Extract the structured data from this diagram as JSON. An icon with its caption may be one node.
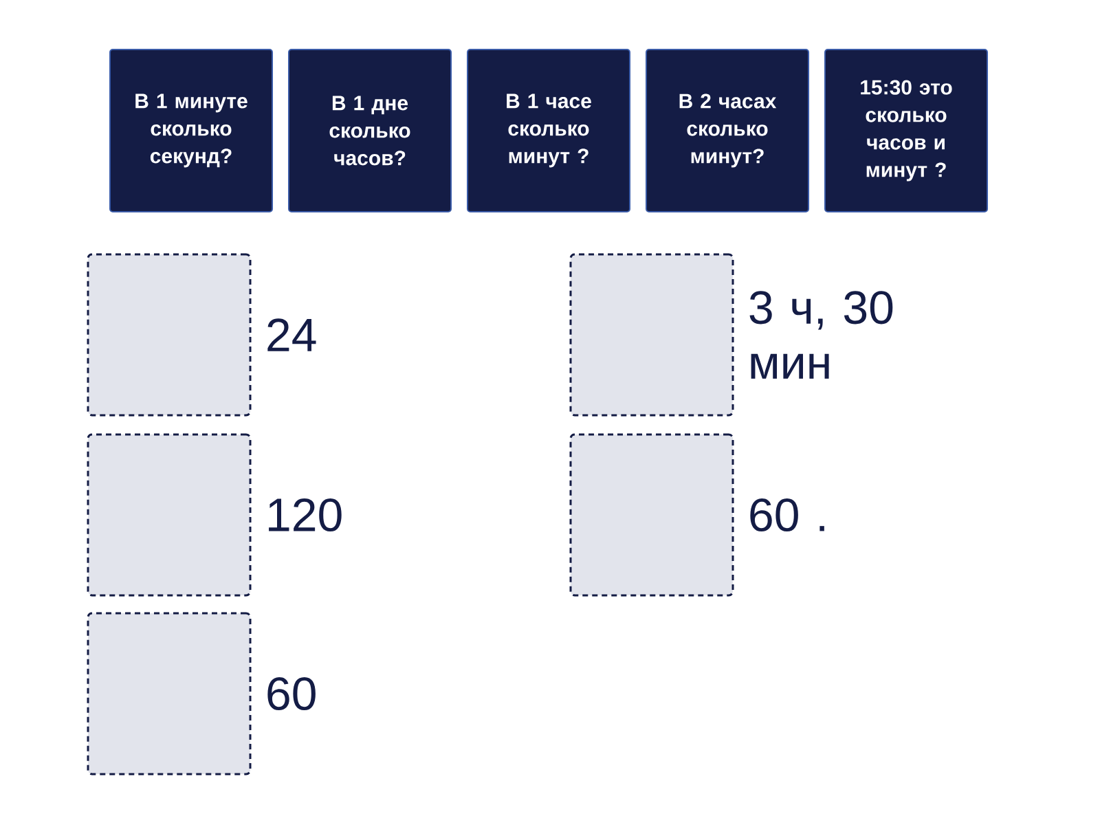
{
  "diagram": {
    "nodes": [
      {
        "text": [
          "В 1 минуте сколько секунд?"
        ]
      },
      {
        "text": [
          "В 1 дне сколько часов?"
        ]
      },
      {
        "text": [
          "В 1 часе сколько минут ?"
        ]
      },
      {
        "text": [
          "В 2 часах сколько минут?"
        ]
      },
      {
        "text": [
          "15:30 это сколько часов и минут ?"
        ]
      },
      {
        "text": [],
        "shape": "box",
        "beside": [
          "24"
        ]
      },
      {
        "text": [],
        "shape": "box",
        "beside": [
          "120"
        ]
      },
      {
        "text": [],
        "shape": "box",
        "beside": [
          "60"
        ]
      },
      {
        "text": [],
        "shape": "box",
        "beside": [
          "3 ч, 30 мин"
        ]
      },
      {
        "text": [],
        "shape": "box",
        "beside": [
          "60 ."
        ]
      }
    ]
  }
}
